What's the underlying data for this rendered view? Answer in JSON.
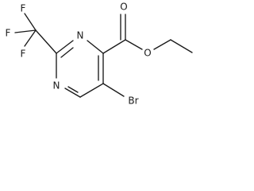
{
  "structure": {
    "atom_labels": {
      "fluorine_1": "F",
      "fluorine_2": "F",
      "fluorine_3": "F",
      "ring_nitrogen_1": "N",
      "ring_nitrogen_2": "N",
      "carbonyl_oxygen": "O",
      "ester_oxygen": "O",
      "bromine": "Br"
    }
  }
}
